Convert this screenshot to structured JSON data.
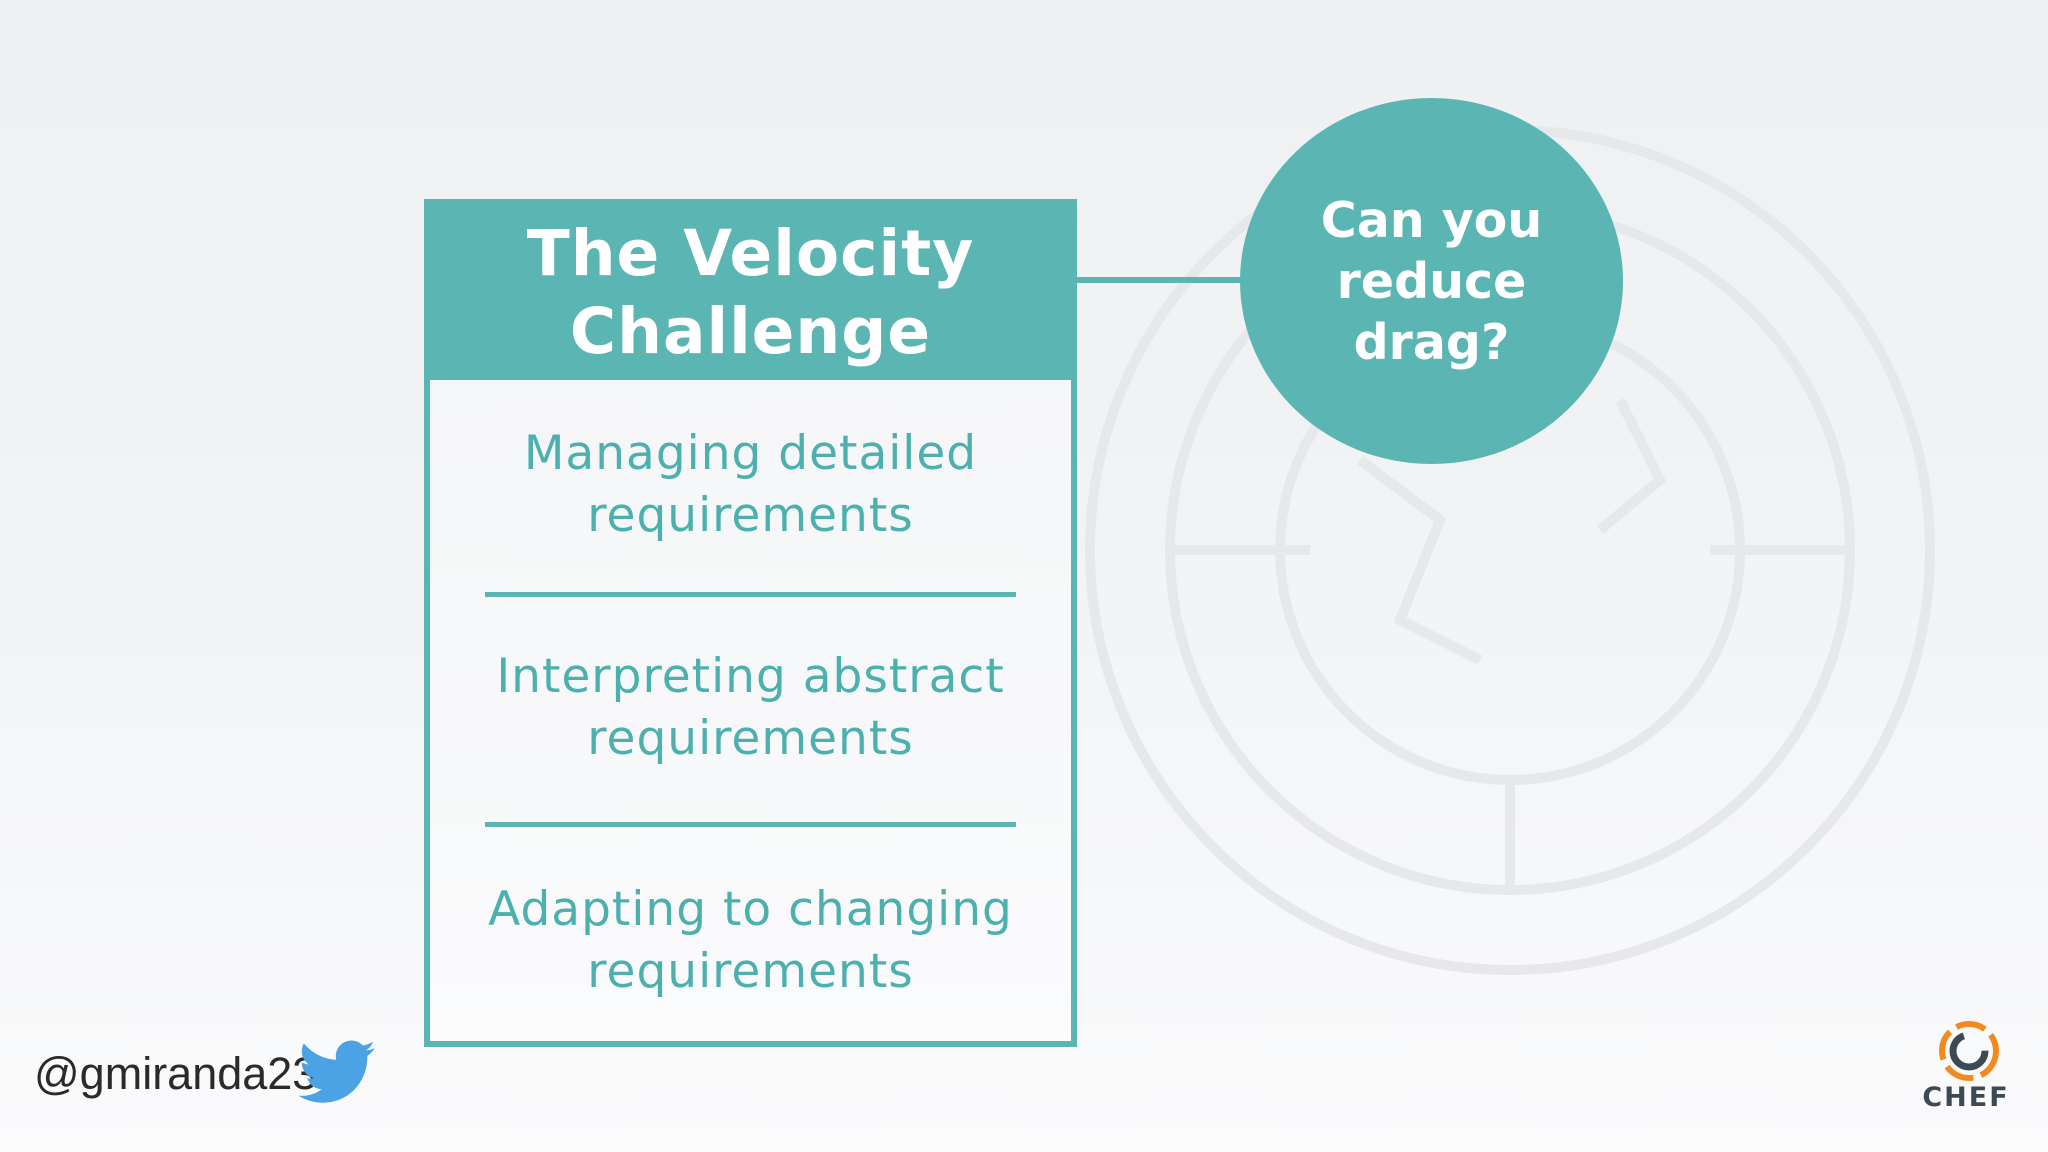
{
  "card": {
    "title": "The Velocity\nChallenge",
    "items": [
      "Managing detailed\nrequirements",
      "Interpreting abstract\nrequirements",
      "Adapting to changing\nrequirements"
    ]
  },
  "bubble": {
    "text": "Can you\nreduce\ndrag?"
  },
  "footer": {
    "handle": "@gmiranda23",
    "bird_icon": "twitter-bird-icon"
  },
  "logo": {
    "text": "CHEF",
    "icon": "chef-logo-icon"
  },
  "colors": {
    "accent": "#5bb6b3",
    "accent_text": "#4cb0ae",
    "handle_text": "#2a2a2a",
    "bird": "#4ba3e6",
    "logo_orange": "#f18b21",
    "logo_dark": "#3d4a52"
  }
}
